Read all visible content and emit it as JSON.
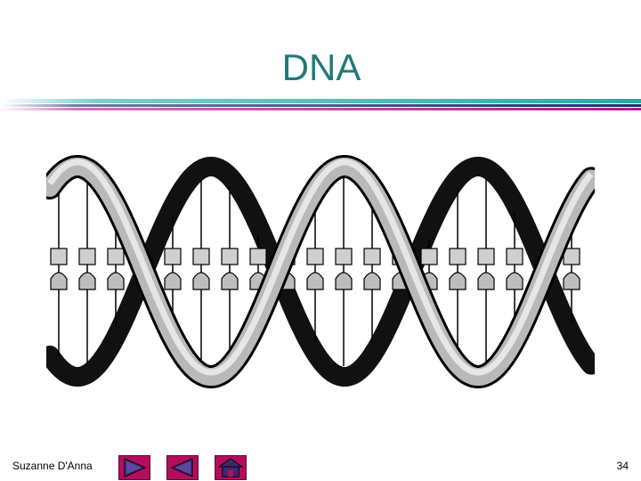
{
  "slide": {
    "title": "DNA",
    "author": "Suzanne D'Anna",
    "page_number": "34"
  },
  "colors": {
    "title": "#1f7a78",
    "rule_teal": "#2aa7a2",
    "rule_navy": "#1d2d6b",
    "rule_magenta": "#b0198a",
    "nav_button": "#b30d5e"
  },
  "nav": {
    "icons": [
      "play-forward-icon",
      "back-triangle-icon",
      "home-icon"
    ]
  },
  "illustration": {
    "subject": "dna-double-helix"
  }
}
